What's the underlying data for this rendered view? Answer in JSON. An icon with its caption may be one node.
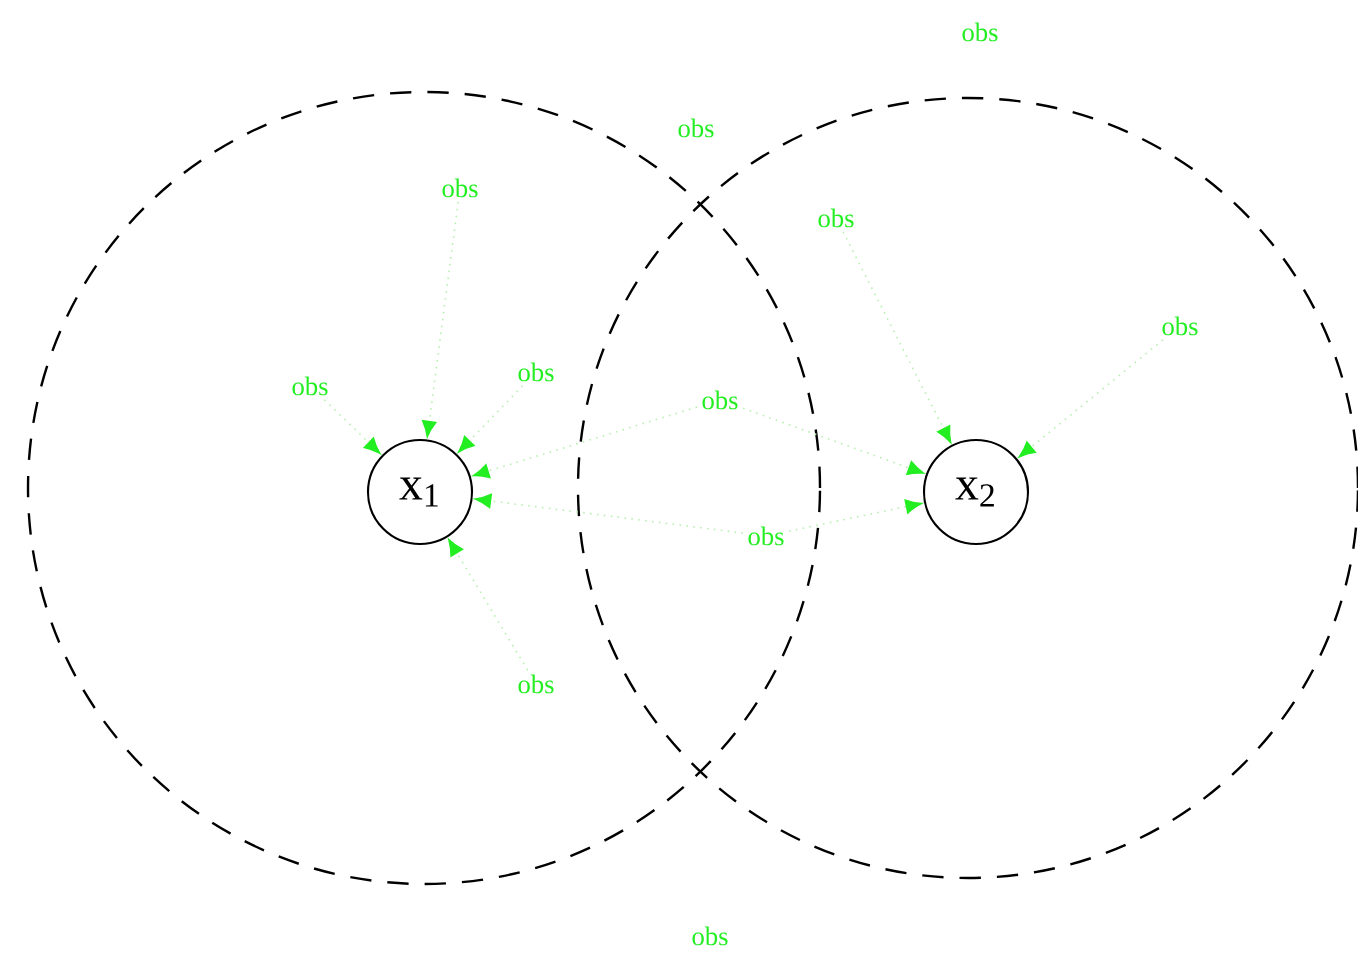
{
  "diagram": {
    "nodes": [
      {
        "text": [],
        "shape": "circle"
      },
      {
        "text": [],
        "shape": "circle"
      },
      {
        "text": [
          "x$_{1}$"
        ],
        "in": 0
      },
      {
        "text": [
          "x$_{2}$"
        ],
        "in": 1
      },
      {
        "text": [
          "obs"
        ],
        "in": 0
      },
      {
        "text": [
          "obs"
        ],
        "in": 1
      },
      {
        "text": [
          "obs"
        ],
        "in": 1
      },
      {
        "text": [
          "obs"
        ],
        "in": 0
      },
      {
        "text": [
          "obs"
        ],
        "in": 0
      },
      {
        "text": [
          "obs"
        ]
      },
      {
        "text": [
          "obs"
        ]
      },
      {
        "text": [
          "obs"
        ],
        "in": 0
      }
    ],
    "edges": [
      {
        "from": 4,
        "to": 2,
        "arrow": "to"
      },
      {
        "from": 7,
        "to": 2,
        "arrow": "to"
      },
      {
        "from": 8,
        "to": 2,
        "arrow": "to"
      },
      {
        "from": 9,
        "to": 2,
        "arrow": "to"
      },
      {
        "from": 9,
        "to": 3,
        "arrow": "to"
      },
      {
        "from": 10,
        "to": 2,
        "arrow": "to"
      },
      {
        "from": 10,
        "to": 3,
        "arrow": "to"
      },
      {
        "from": 11,
        "to": 2,
        "arrow": "to"
      },
      {
        "from": 5,
        "to": 3,
        "arrow": "to"
      },
      {
        "from": 6,
        "to": 3,
        "arrow": "to"
      }
    ],
    "labels": [
      "obs",
      "obs",
      "obs"
    ]
  }
}
